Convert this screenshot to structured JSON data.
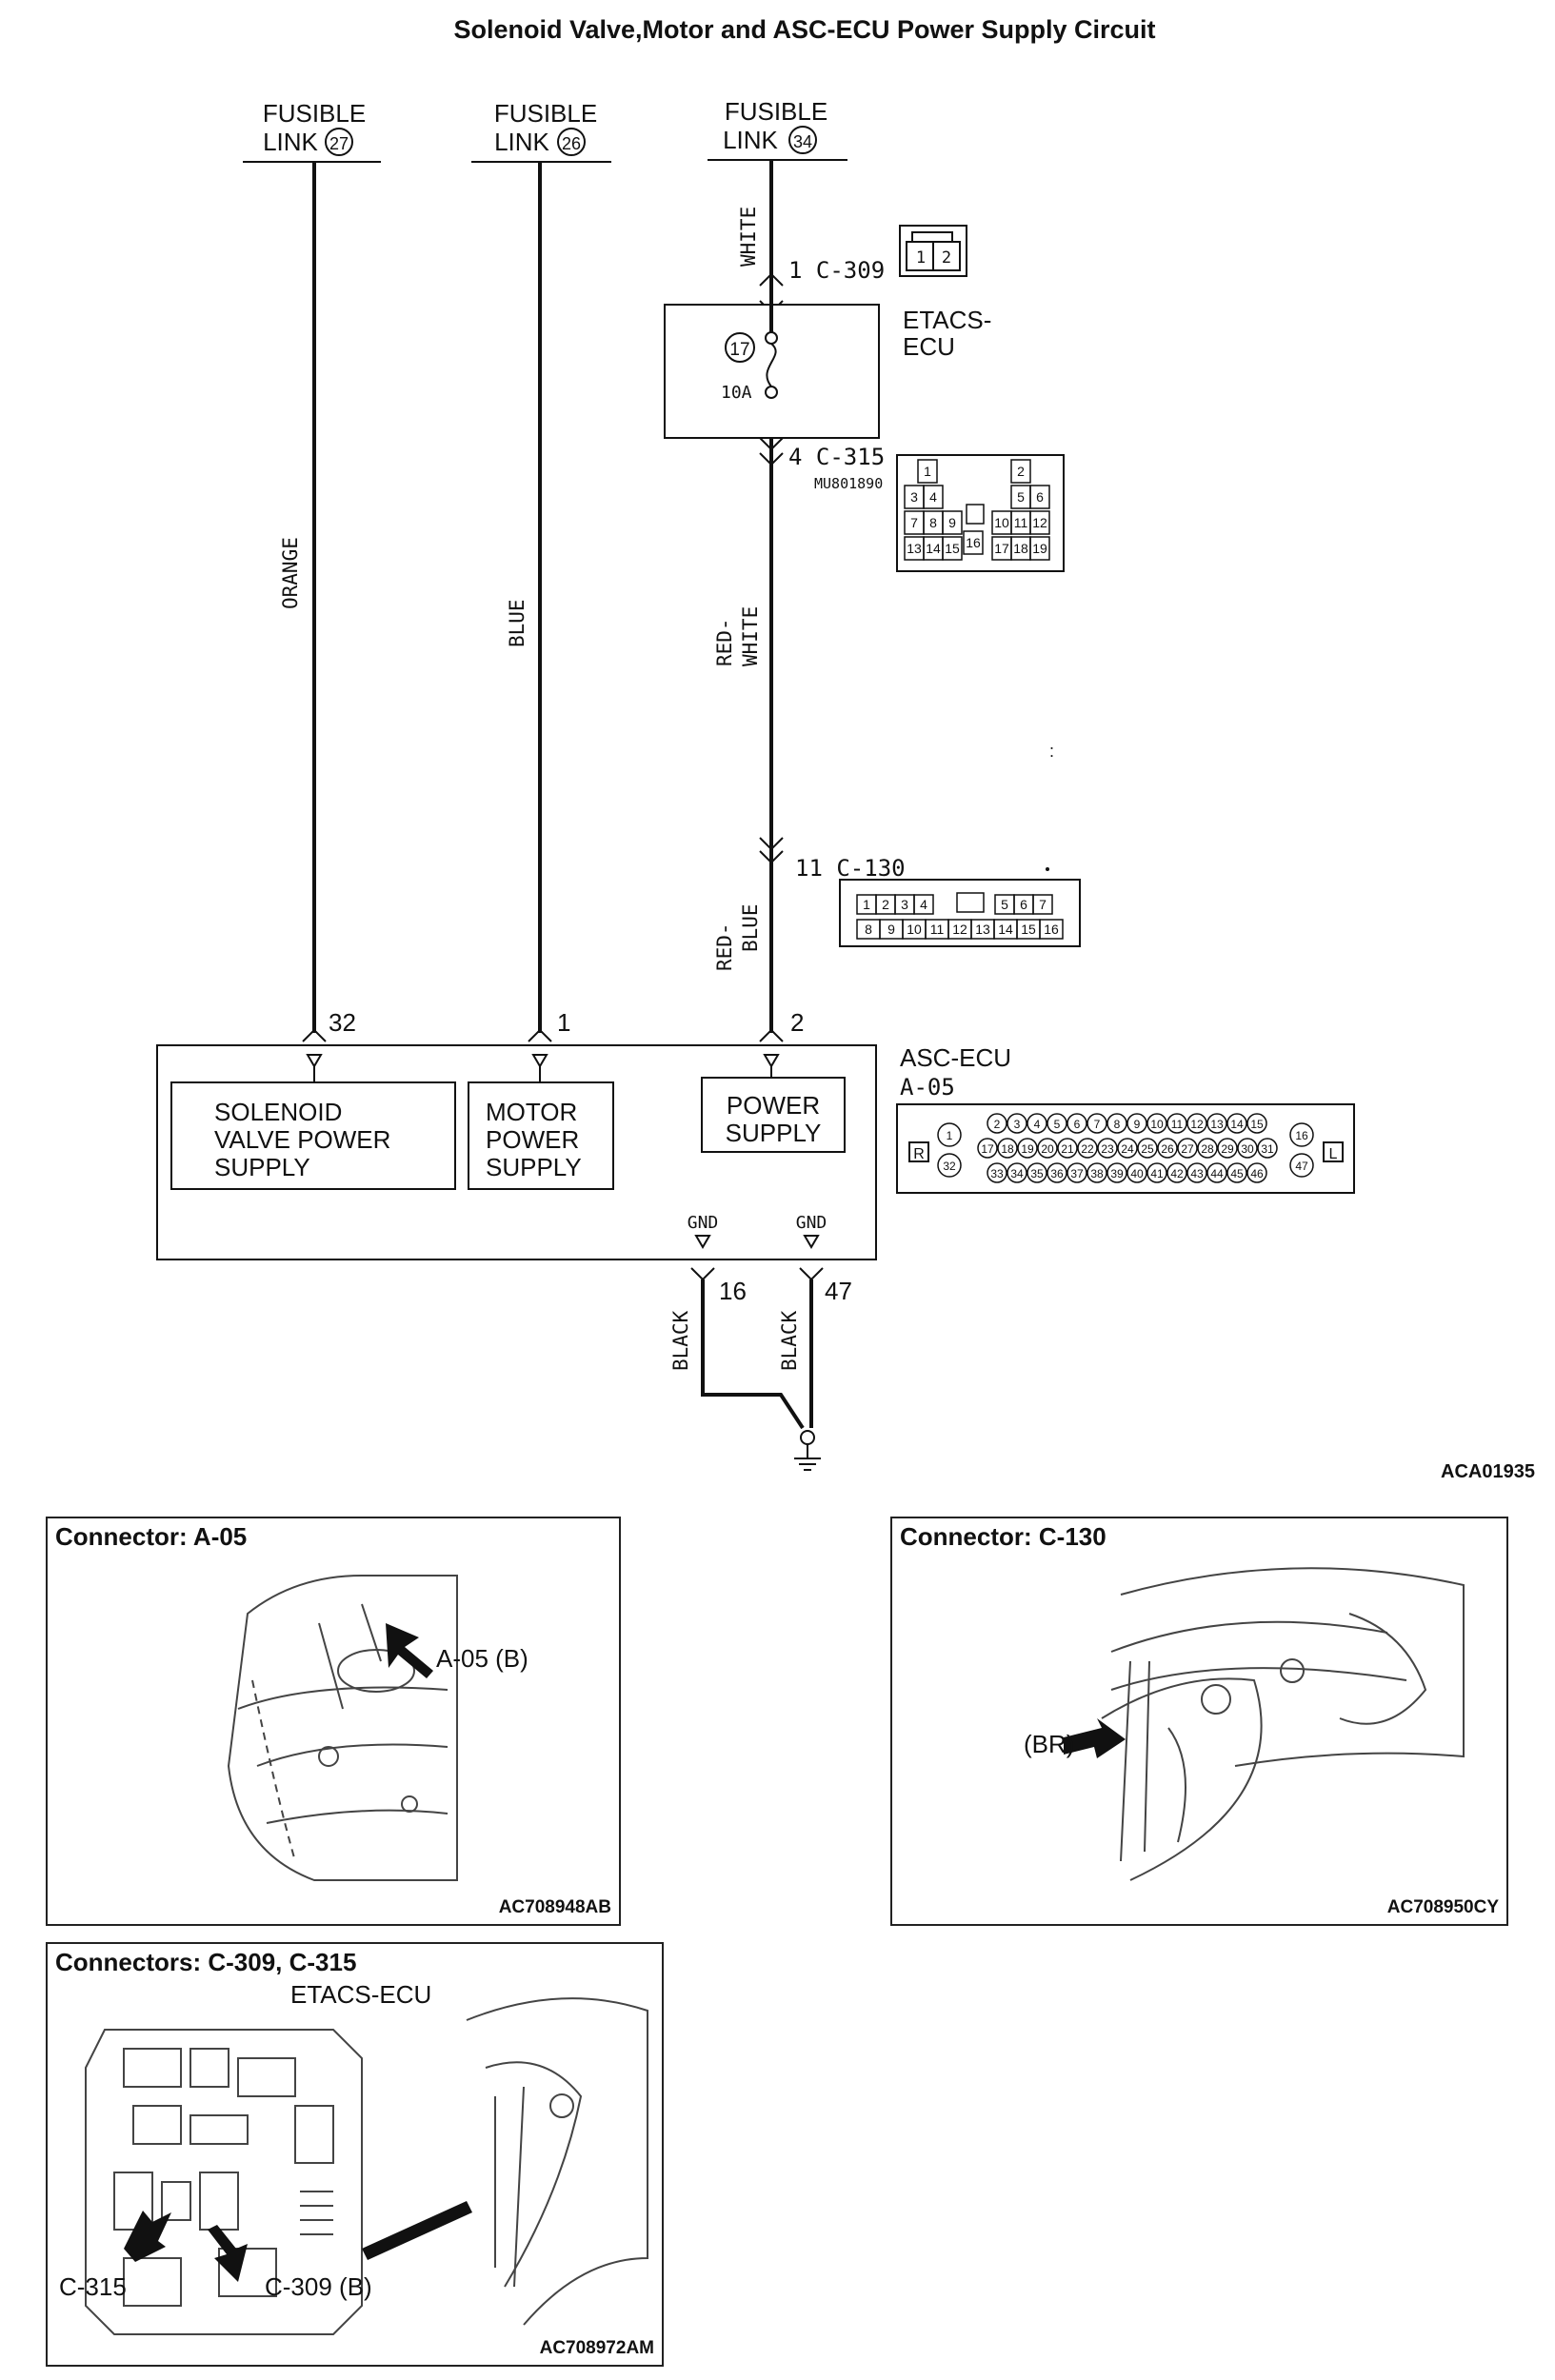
{
  "title": "Solenoid Valve,Motor and ASC-ECU Power Supply Circuit",
  "fusible_links": [
    {
      "line1": "FUSIBLE",
      "line2": "LINK",
      "num": "27"
    },
    {
      "line1": "FUSIBLE",
      "line2": "LINK",
      "num": "26"
    },
    {
      "line1": "FUSIBLE",
      "line2": "LINK",
      "num": "34"
    }
  ],
  "wire_colors": {
    "orange": "ORANGE",
    "blue": "BLUE",
    "white": "WHITE",
    "red_white": [
      "RED-",
      "WHITE"
    ],
    "red_blue": [
      "RED-",
      "BLUE"
    ],
    "black1": "BLACK",
    "black2": "BLACK"
  },
  "connectors": {
    "c309": "1 C-309",
    "c315": "4 C-315",
    "part_no": "MU801890",
    "c130": "11 C-130",
    "c309_pins": [
      "1",
      "2"
    ]
  },
  "etacs": {
    "label1": "ETACS-",
    "label2": "ECU",
    "fuse_num": "17",
    "fuse_rating": "10A"
  },
  "c315_pins": [
    "1",
    "2",
    "3",
    "4",
    "5",
    "6",
    "7",
    "8",
    "9",
    "10",
    "11",
    "12",
    "13",
    "14",
    "15",
    "16",
    "17",
    "18",
    "19"
  ],
  "c130_pins": [
    "1",
    "2",
    "3",
    "4",
    "5",
    "6",
    "7",
    "8",
    "9",
    "10",
    "11",
    "12",
    "13",
    "14",
    "15",
    "16"
  ],
  "asc_ecu": {
    "label": "ASC-ECU",
    "connector": "A-05",
    "pin_solenoid": "32",
    "pin_motor": "1",
    "pin_power": "2",
    "blocks": {
      "solenoid": [
        "SOLENOID",
        "VALVE POWER",
        "SUPPLY"
      ],
      "motor": [
        "MOTOR",
        "POWER",
        "SUPPLY"
      ],
      "power": [
        "POWER",
        "SUPPLY"
      ]
    },
    "gnd1": "GND",
    "gnd2": "GND",
    "gnd_pin1": "16",
    "gnd_pin2": "47"
  },
  "a05_pins": {
    "top": [
      "2",
      "3",
      "4",
      "5",
      "6",
      "7",
      "8",
      "9",
      "10",
      "11",
      "12",
      "13",
      "14",
      "15"
    ],
    "mid": [
      "17",
      "18",
      "19",
      "20",
      "21",
      "22",
      "23",
      "24",
      "25",
      "26",
      "27",
      "28",
      "29",
      "30",
      "31"
    ],
    "bot": [
      "33",
      "34",
      "35",
      "36",
      "37",
      "38",
      "39",
      "40",
      "41",
      "42",
      "43",
      "44",
      "45",
      "46"
    ],
    "left": [
      "1",
      "32"
    ],
    "right": [
      "16",
      "47"
    ],
    "r_tag": "R",
    "l_tag": "L"
  },
  "diagram_code": "ACA01935",
  "panels": {
    "a05": {
      "title": "Connector: A-05",
      "callout": "A-05 (B)",
      "code": "AC708948AB"
    },
    "c130": {
      "title": "Connector: C-130",
      "callout": "(BR)",
      "code": "AC708950CY"
    },
    "c309": {
      "title": "Connectors: C-309, C-315",
      "subtitle": "ETACS-ECU",
      "callout1": "C-315",
      "callout2": "C-309 (B)",
      "code": "AC708972AM"
    }
  }
}
